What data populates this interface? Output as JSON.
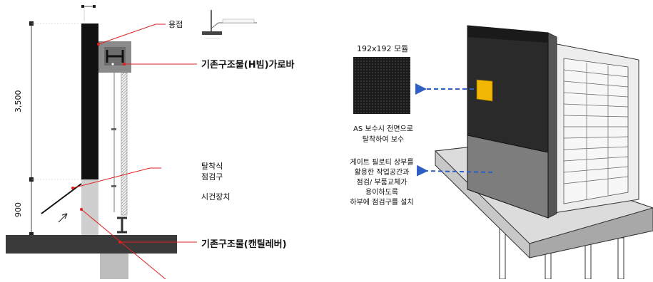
{
  "section": {
    "dim_height_upper": "3,500",
    "dim_height_lower": "900",
    "label_weld": "용접",
    "label_hbeam": "기존구조물(H빔)가로바",
    "label_hatch": "탈착식\n점검구",
    "label_hinge": "시건장치",
    "label_cantilever": "기존구조물(캔틸레버)"
  },
  "perspective": {
    "module_title": "192x192 모듈",
    "module_note": "AS 보수시 전면으로\n탈착하여 보수",
    "gate_note": "게이트 필로티 상부를\n활용한 작업공간과\n점검/ 부품교체가\n용이하도록\n하부에 점검구를 설치"
  },
  "colors": {
    "red_leader": "#e02020",
    "blue_arrow": "#2f5fc4",
    "panel_black": "#111111",
    "screen_dark": "#2a2a2a",
    "screen_grey": "#7d7d7d",
    "module_yellow": "#f2b705"
  }
}
